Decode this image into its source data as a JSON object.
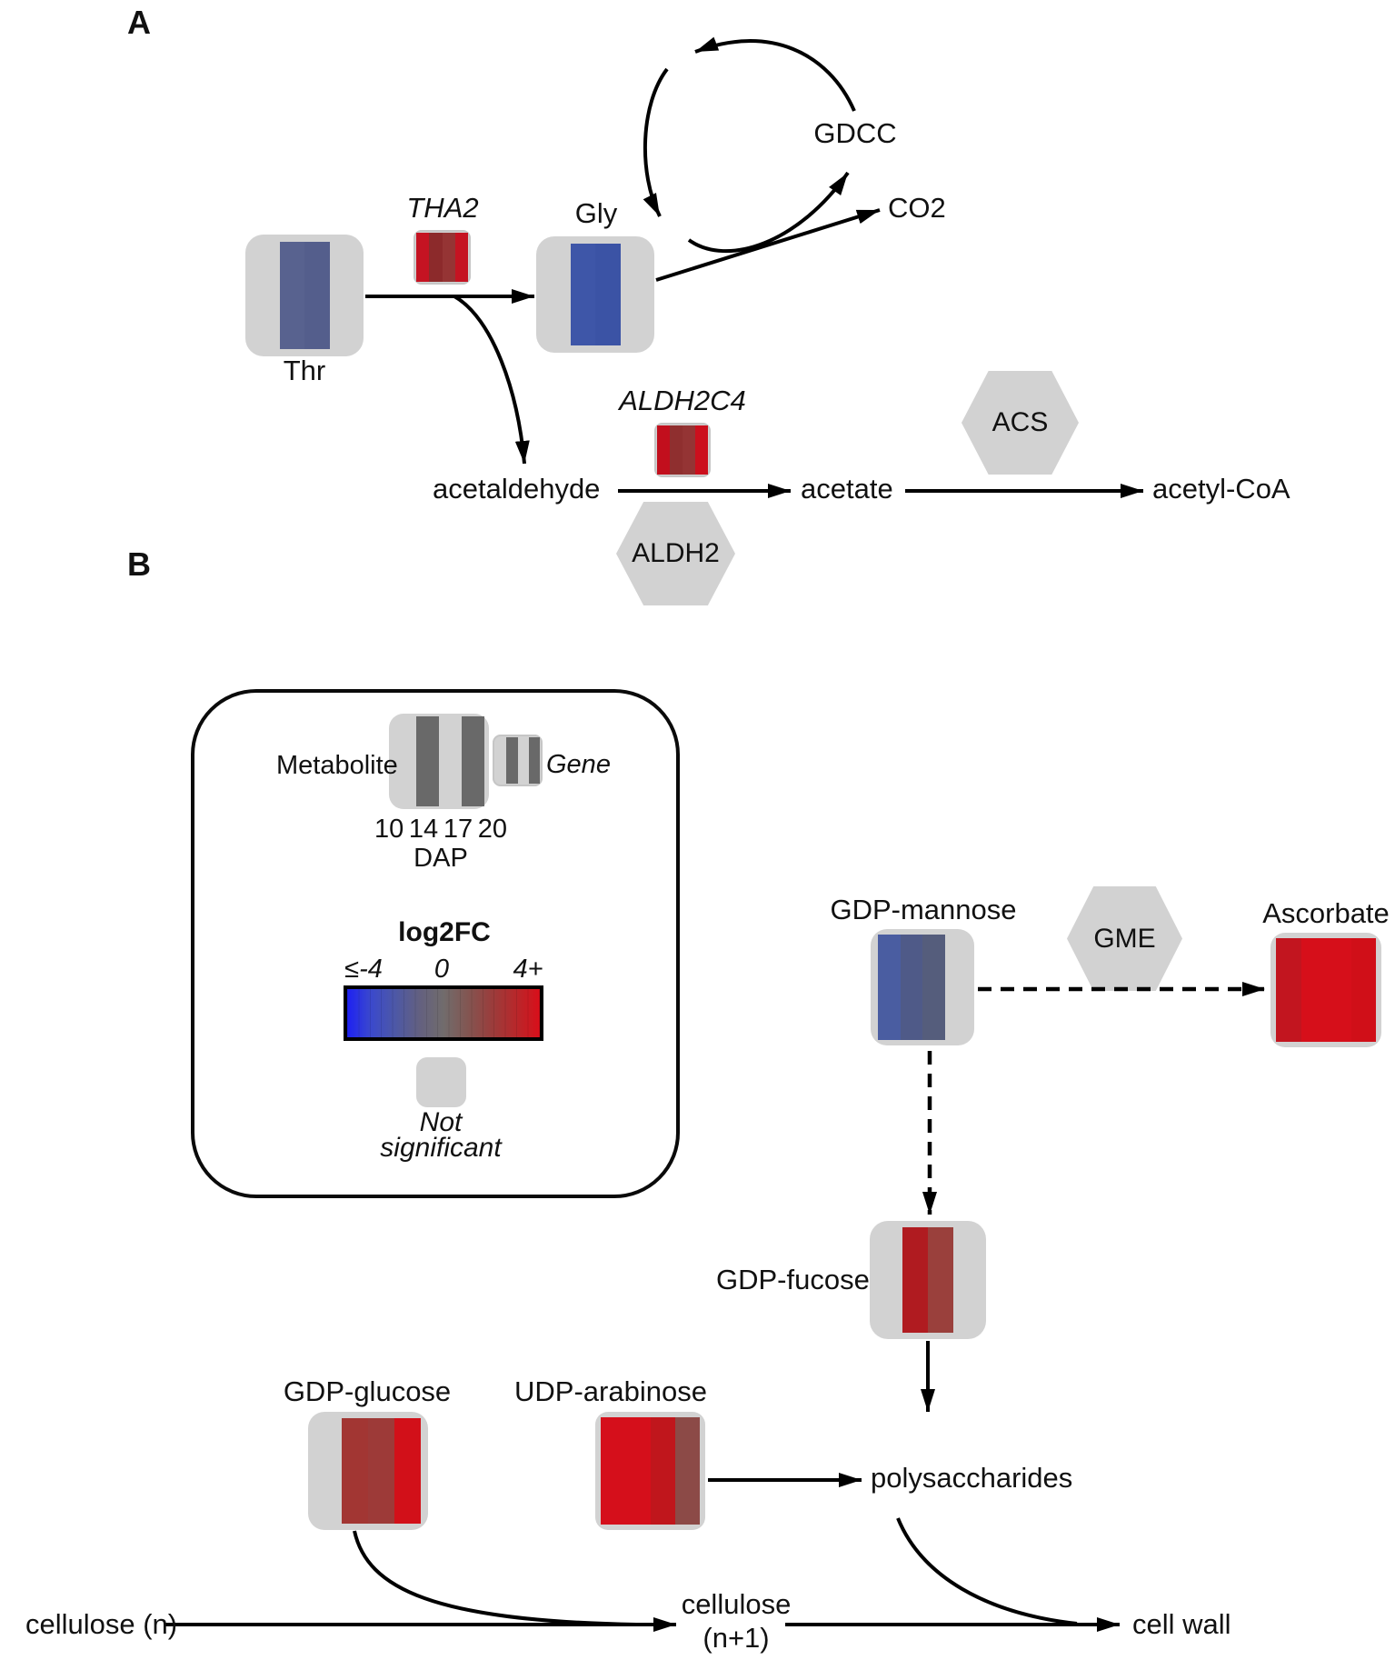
{
  "colors": {
    "node_bg": "#d2d2d2",
    "hex_bg": "#d2d2d2",
    "legend_stripe_dark": "#696969",
    "arrow": "#000000",
    "text": "#111111"
  },
  "panelA": {
    "label": "A",
    "metabolites": {
      "thr": "Thr",
      "gly": "Gly",
      "acetaldehyde": "acetaldehyde",
      "acetate": "acetate",
      "acetyl_coa": "acetyl-CoA",
      "co2": "CO2"
    },
    "genes": {
      "tha2": "THA2",
      "aldh2c4": "ALDH2C4"
    },
    "enzymes": {
      "gdcc": "GDCC",
      "acs": "ACS",
      "aldh2": "ALDH2"
    }
  },
  "panelB": {
    "label": "B",
    "legend": {
      "metabolite_label": "Metabolite",
      "gene_label": "Gene",
      "dap_ticks": [
        "10",
        "14",
        "17",
        "20"
      ],
      "dap_label": "DAP",
      "scale": {
        "title": "log2FC",
        "min_label": "≤-4",
        "mid_label": "0",
        "max_label": "4+",
        "stops": [
          "#1e21f2",
          "#3b49cc",
          "#4d58a6",
          "#636080",
          "#716c6c",
          "#825652",
          "#9a3d3c",
          "#b7282b",
          "#d90f1a"
        ],
        "segments": 17
      },
      "not_significant_line1": "Not",
      "not_significant_line2": "significant"
    },
    "metabolites": {
      "gdp_mannose": "GDP-mannose",
      "ascorbate": "Ascorbate",
      "gdp_fucose": "GDP-fucose",
      "gdp_glucose": "GDP-glucose",
      "udp_arabinose": "UDP-arabinose",
      "polysaccharides": "polysaccharides",
      "cellulose_n": "cellulose (n)",
      "cellulose_n1_line1": "cellulose",
      "cellulose_n1_line2": "(n+1)",
      "cell_wall": "cell wall"
    },
    "enzymes": {
      "gme": "GME"
    }
  },
  "heatmaps": {
    "thr": {
      "columns": [
        null,
        "#58628f",
        "#545e8c",
        null
      ]
    },
    "gly": {
      "columns": [
        null,
        "#3e56a8",
        "#3b53a5",
        null
      ]
    },
    "tha2": {
      "columns": [
        "#c51322",
        "#8c2a2b",
        "#953434",
        "#c51322"
      ]
    },
    "aldh2c4": {
      "columns": [
        "#c20f1d",
        "#8f2f2f",
        "#943434",
        "#cc0f1d"
      ]
    },
    "metabolite_legend": {
      "columns": [
        null,
        "#696969",
        null,
        "#696969"
      ]
    },
    "gene_legend": {
      "columns": [
        null,
        "#696969",
        null,
        "#696969"
      ]
    },
    "gdp_mannose": {
      "columns": [
        "#4a5da1",
        "#4f5a88",
        "#555d7c",
        null
      ]
    },
    "ascorbate": {
      "columns": [
        "#c2151f",
        "#d60f1a",
        "#d60f1a",
        "#d00f18"
      ]
    },
    "gdp_fucose": {
      "columns": [
        null,
        "#b01b20",
        "#9a403c",
        null
      ]
    },
    "gdp_glucose": {
      "columns": [
        null,
        "#a23633",
        "#9d3a38",
        "#d21019"
      ]
    },
    "udp_arabinose": {
      "columns": [
        "#d50f1b",
        "#d50f1b",
        "#c0161c",
        "#8c4a47"
      ]
    }
  }
}
